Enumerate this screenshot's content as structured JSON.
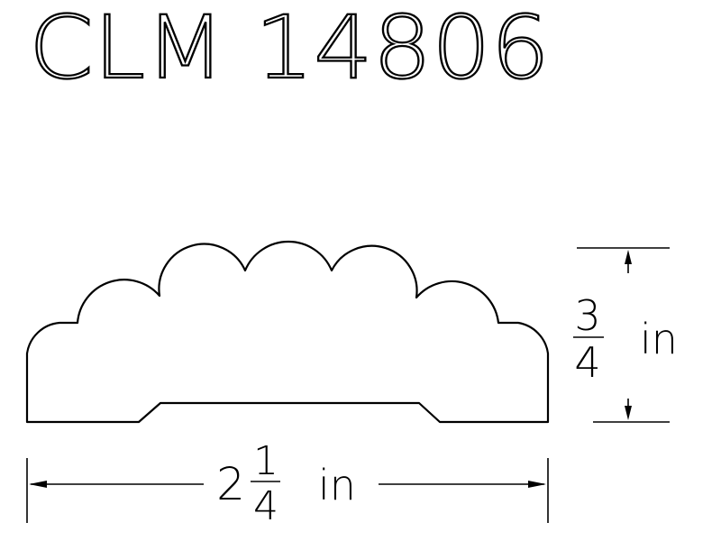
{
  "title": "CLM 14806",
  "width_dimension": {
    "whole": "2",
    "numerator": "1",
    "denominator": "4",
    "unit": "in"
  },
  "height_dimension": {
    "numerator": "3",
    "denominator": "4",
    "unit": "in"
  }
}
